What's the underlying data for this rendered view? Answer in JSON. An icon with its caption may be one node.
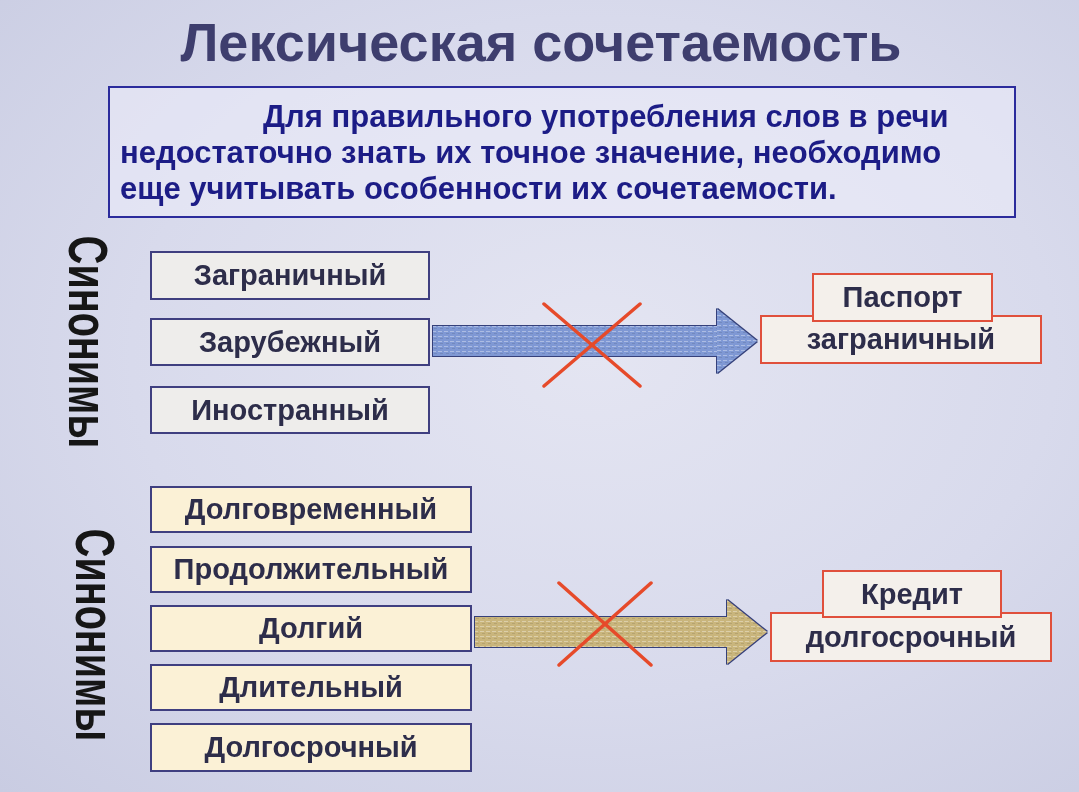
{
  "diagram": {
    "title": "Лексическая сочетаемость",
    "nodes": [
      {
        "text": [
          "Для правильного употребления слов в речи недостаточно знать их точное значение, необходимо еще учитывать особенности их сочетаемости."
        ]
      },
      {
        "text": [
          "Заграничный"
        ]
      },
      {
        "text": [
          "Зарубежный"
        ]
      },
      {
        "text": [
          "Иностранный"
        ]
      },
      {
        "text": [
          "Паспорт"
        ]
      },
      {
        "text": [
          "заграничный"
        ]
      },
      {
        "text": [
          "Долговременный"
        ]
      },
      {
        "text": [
          "Продолжительный"
        ]
      },
      {
        "text": [
          "Долгий"
        ]
      },
      {
        "text": [
          "Длительный"
        ]
      },
      {
        "text": [
          "Долгосрочный"
        ]
      },
      {
        "text": [
          "Кредит"
        ]
      },
      {
        "text": [
          "долгосрочный"
        ]
      }
    ],
    "edges": [
      {
        "from": 2,
        "to": 5,
        "arrow": "to",
        "style": "thick",
        "color": "#7f98d4"
      },
      {
        "from": 8,
        "to": 12,
        "arrow": "to",
        "style": "thick",
        "color": "#c9b57c"
      }
    ],
    "labels": [
      "Синонимы",
      "Синонимы"
    ]
  }
}
